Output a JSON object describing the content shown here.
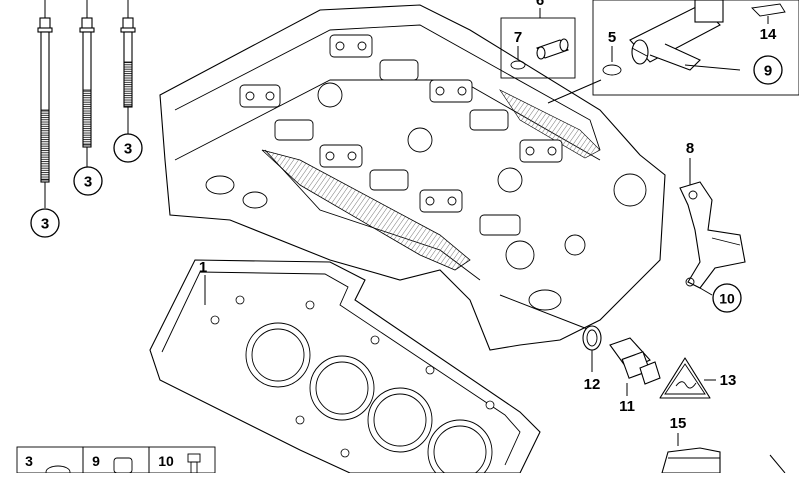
{
  "callouts": {
    "c1": "1",
    "c3a": "3",
    "c3b": "3",
    "c3c": "3",
    "c5": "5",
    "c6": "6",
    "c7": "7",
    "c8": "8",
    "c9": "9",
    "c10": "10",
    "c11": "11",
    "c12": "12",
    "c13": "13",
    "c14": "14",
    "c15": "15"
  },
  "parts_strip": {
    "items": [
      {
        "number": "3"
      },
      {
        "number": "9"
      },
      {
        "number": "10"
      }
    ]
  }
}
